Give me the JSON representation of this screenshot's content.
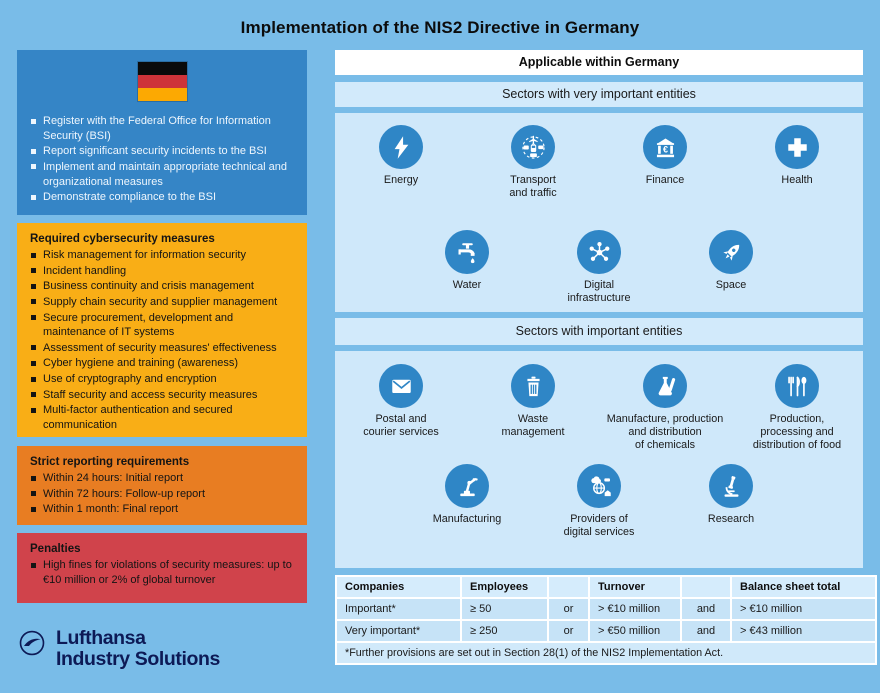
{
  "title": "Implementation of the NIS2 Directive in Germany",
  "colors": {
    "background": "#79BCE8",
    "panel_blue": "#3585C6",
    "panel_yellow": "#F9AE16",
    "panel_orange": "#E87D22",
    "panel_red": "#D0434B",
    "light_blue_box": "#CFE8FA",
    "white_box": "#FFFFFF",
    "icon_circle_blue": "#2F86C6",
    "logo_navy": "#0D1A56",
    "flag_black": "#0A0A0A",
    "flag_red": "#CE3339",
    "flag_gold": "#FCA902"
  },
  "left": {
    "obligations": {
      "flag_icon": "germany-flag-icon",
      "items": [
        "Register with the Federal Office for Information Security (BSI)",
        "Report significant security incidents to the BSI",
        "Implement and maintain appropriate technical and organizational measures",
        "Demonstrate compliance to the BSI"
      ]
    },
    "measures": {
      "heading": "Required cybersecurity measures",
      "items": [
        "Risk management for information security",
        "Incident handling",
        "Business continuity and crisis management",
        "Supply chain security and supplier management",
        "Secure procurement, development and maintenance of IT systems",
        "Assessment of security measures' effectiveness",
        "Cyber hygiene and training (awareness)",
        "Use of cryptography and encryption",
        "Staff security and access security measures",
        "Multi-factor authentication and secured communication"
      ]
    },
    "reporting": {
      "heading": "Strict reporting requirements",
      "items": [
        "Within 24 hours: Initial report",
        "Within 72 hours: Follow-up report",
        "Within 1 month: Final report"
      ]
    },
    "penalties": {
      "heading": "Penalties",
      "items": [
        "High fines for violations of security measures: up to €10 million or 2% of global turnover"
      ]
    },
    "logo": {
      "line1": "Lufthansa",
      "line2": "Industry Solutions"
    }
  },
  "right": {
    "header": "Applicable within Germany",
    "very_important": {
      "band": "Sectors with very important entities",
      "rows": [
        [
          {
            "icon": "energy-icon",
            "label": "Energy"
          },
          {
            "icon": "transport-icon",
            "label": "Transport\nand traffic"
          },
          {
            "icon": "finance-icon",
            "label": "Finance"
          },
          {
            "icon": "health-icon",
            "label": "Health"
          }
        ],
        [
          {
            "icon": "water-icon",
            "label": "Water"
          },
          {
            "icon": "digital-infrastructure-icon",
            "label": "Digital\ninfrastructure"
          },
          {
            "icon": "space-icon",
            "label": "Space"
          }
        ]
      ]
    },
    "important": {
      "band": "Sectors with important entities",
      "rows": [
        [
          {
            "icon": "postal-icon",
            "label": "Postal and\ncourier services"
          },
          {
            "icon": "waste-icon",
            "label": "Waste\nmanagement"
          },
          {
            "icon": "chemicals-icon",
            "label": "Manufacture, production\nand distribution\nof chemicals"
          },
          {
            "icon": "food-icon",
            "label": "Production,\nprocessing and\ndistribution of food"
          }
        ],
        [
          {
            "icon": "manufacturing-icon",
            "label": "Manufacturing"
          },
          {
            "icon": "digital-services-icon",
            "label": "Providers of\ndigital services"
          },
          {
            "icon": "research-icon",
            "label": "Research"
          }
        ]
      ]
    },
    "table": {
      "headers": [
        "Companies",
        "Employees",
        "",
        "Turnover",
        "",
        "Balance sheet total"
      ],
      "rows": [
        [
          "Important*",
          "≥ 50",
          "or",
          "> €10 million",
          "and",
          "> €10 million"
        ],
        [
          "Very important*",
          "≥ 250",
          "or",
          "> €50 million",
          "and",
          "> €43 million"
        ]
      ],
      "footnote": "*Further provisions are set out in Section 28(1) of the NIS2 Implementation Act."
    }
  }
}
